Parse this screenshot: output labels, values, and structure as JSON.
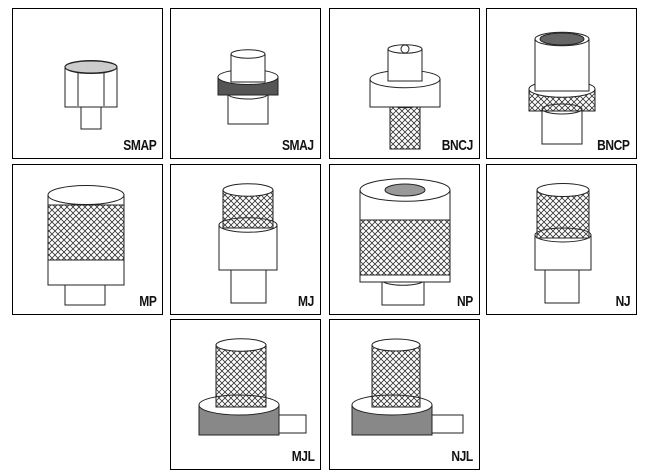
{
  "connectors": [
    {
      "label": "SMAP",
      "style": "smap"
    },
    {
      "label": "SMAJ",
      "style": "smaj"
    },
    {
      "label": "BNCJ",
      "style": "bncj"
    },
    {
      "label": "BNCP",
      "style": "bncp"
    },
    {
      "label": "MP",
      "style": "mp"
    },
    {
      "label": "MJ",
      "style": "mj"
    },
    {
      "label": "NP",
      "style": "np"
    },
    {
      "label": "NJ",
      "style": "nj"
    },
    {
      "label": "MJL",
      "style": "mjl"
    },
    {
      "label": "NJL",
      "style": "njl"
    }
  ]
}
